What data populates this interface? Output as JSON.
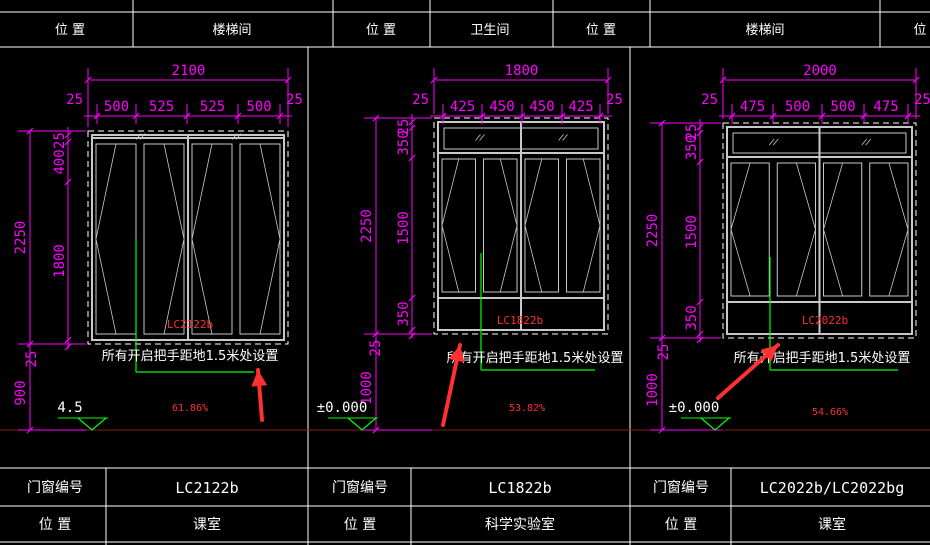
{
  "colors": {
    "background": "#000000",
    "table_lines": "#ffffff",
    "frame": "#c8c8c8",
    "dimension": "#ff00ff",
    "leader": "#00ff00",
    "arrow": "#ff3030",
    "tag_text": "#ff3030",
    "ground": "#00ff00",
    "floor_line": "#8b1a1a"
  },
  "top_table": [
    {
      "label": "位 置",
      "value": "楼梯间"
    },
    {
      "label": "位 置",
      "value": "卫生间"
    },
    {
      "label": "位 置",
      "value": "楼梯间"
    },
    {
      "label": "位"
    }
  ],
  "panels": [
    {
      "id": "LC2122b",
      "overall_width": "2100",
      "edge_margin": "25",
      "segments": [
        "500",
        "525",
        "525",
        "500"
      ],
      "overall_height": "2250",
      "height_parts": [
        "25",
        "400",
        "1800"
      ],
      "bottom_margin": "25",
      "sill": "900",
      "elevation": "4.5",
      "tag": "LC2122b",
      "note": "所有开启把手距地1.5米处设置",
      "percent": "61.86%"
    },
    {
      "id": "LC1822b",
      "overall_width": "1800",
      "edge_margin": "25",
      "segments": [
        "425",
        "450",
        "450",
        "425"
      ],
      "overall_height": "2250",
      "height_parts": [
        "25",
        "350",
        "1500",
        "350"
      ],
      "bottom_margin": "25",
      "sill": "1000",
      "elevation": "±0.000",
      "tag": "LC1822b",
      "note": "所有开启把手距地1.5米处设置",
      "percent": "53.82%"
    },
    {
      "id": "LC2022b",
      "overall_width": "2000",
      "edge_margin": "25",
      "segments": [
        "475",
        "500",
        "500",
        "475"
      ],
      "overall_height": "2250",
      "height_parts": [
        "25",
        "350",
        "1500",
        "350"
      ],
      "bottom_margin": "25",
      "sill": "1000",
      "elevation": "±0.000",
      "tag": "LC2022b",
      "note": "所有开启把手距地1.5米处设置",
      "percent": "54.66%"
    }
  ],
  "bottom_table": [
    {
      "code_label": "门窗编号",
      "code": "LC2122b",
      "pos_label": "位 置",
      "room": "课室"
    },
    {
      "code_label": "门窗编号",
      "code": "LC1822b",
      "pos_label": "位 置",
      "room": "科学实验室"
    },
    {
      "code_label": "门窗编号",
      "code": "LC2022b/LC2022bg",
      "pos_label": "位 置",
      "room": "课室"
    }
  ]
}
